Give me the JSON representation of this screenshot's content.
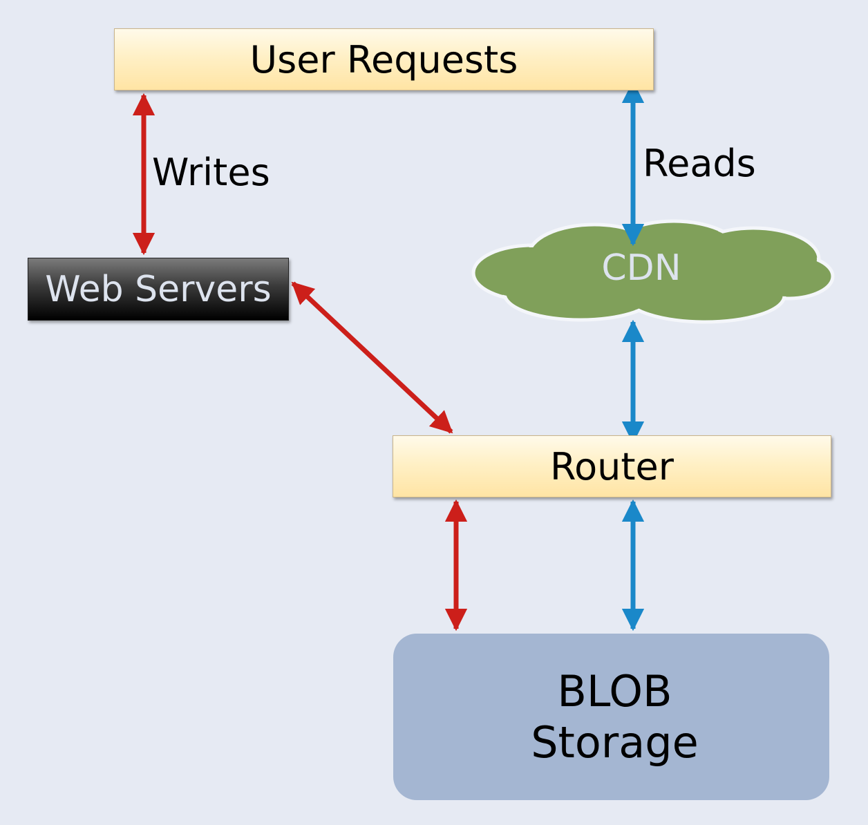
{
  "nodes": {
    "user_requests": "User Requests",
    "web_servers": "Web Servers",
    "cdn": "CDN",
    "router": "Router",
    "blob_storage_line1": "BLOB",
    "blob_storage_line2": "Storage"
  },
  "edge_labels": {
    "writes": "Writes",
    "reads": "Reads"
  },
  "colors": {
    "write_arrow": "#cc1f1a",
    "read_arrow": "#1a88c9",
    "cloud_fill": "#80a05a",
    "background": "#e6eaf3"
  }
}
